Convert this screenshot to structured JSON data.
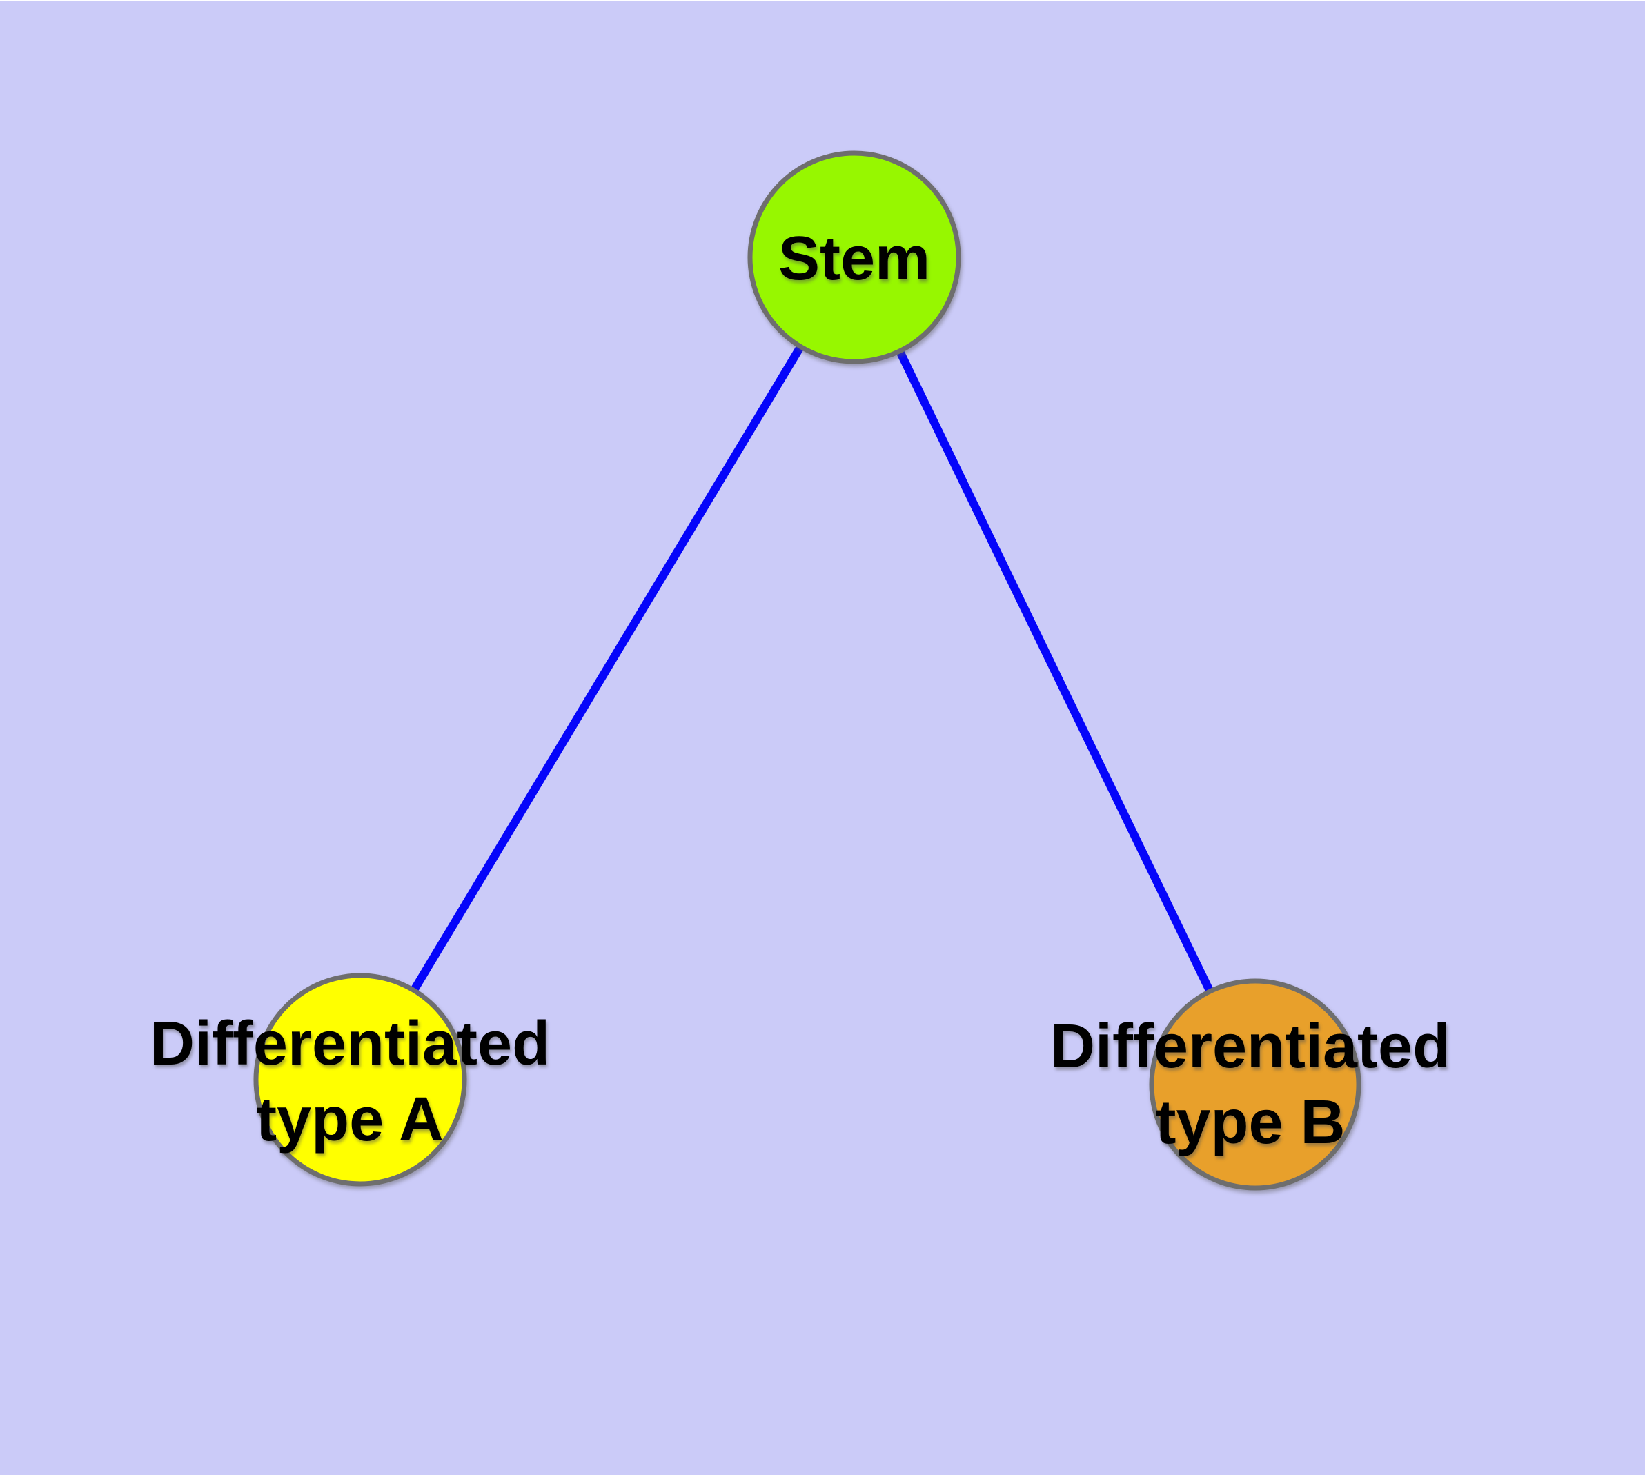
{
  "colors": {
    "background": "#cbcbf8",
    "top_strip": "#ffffff",
    "edge": "#0505fa",
    "node_border": "#6e6e6e",
    "label_text": "#000000"
  },
  "nodes": [
    {
      "id": "stem",
      "label": "Stem",
      "color": "#97f700"
    },
    {
      "id": "type-a",
      "label": "Differentiated\ntype A",
      "color": "#ffff00"
    },
    {
      "id": "type-b",
      "label": "Differentiated\ntype B",
      "color": "#e8a02b"
    }
  ],
  "edges": [
    {
      "from": "stem",
      "to": "type-a"
    },
    {
      "from": "stem",
      "to": "type-b"
    }
  ]
}
